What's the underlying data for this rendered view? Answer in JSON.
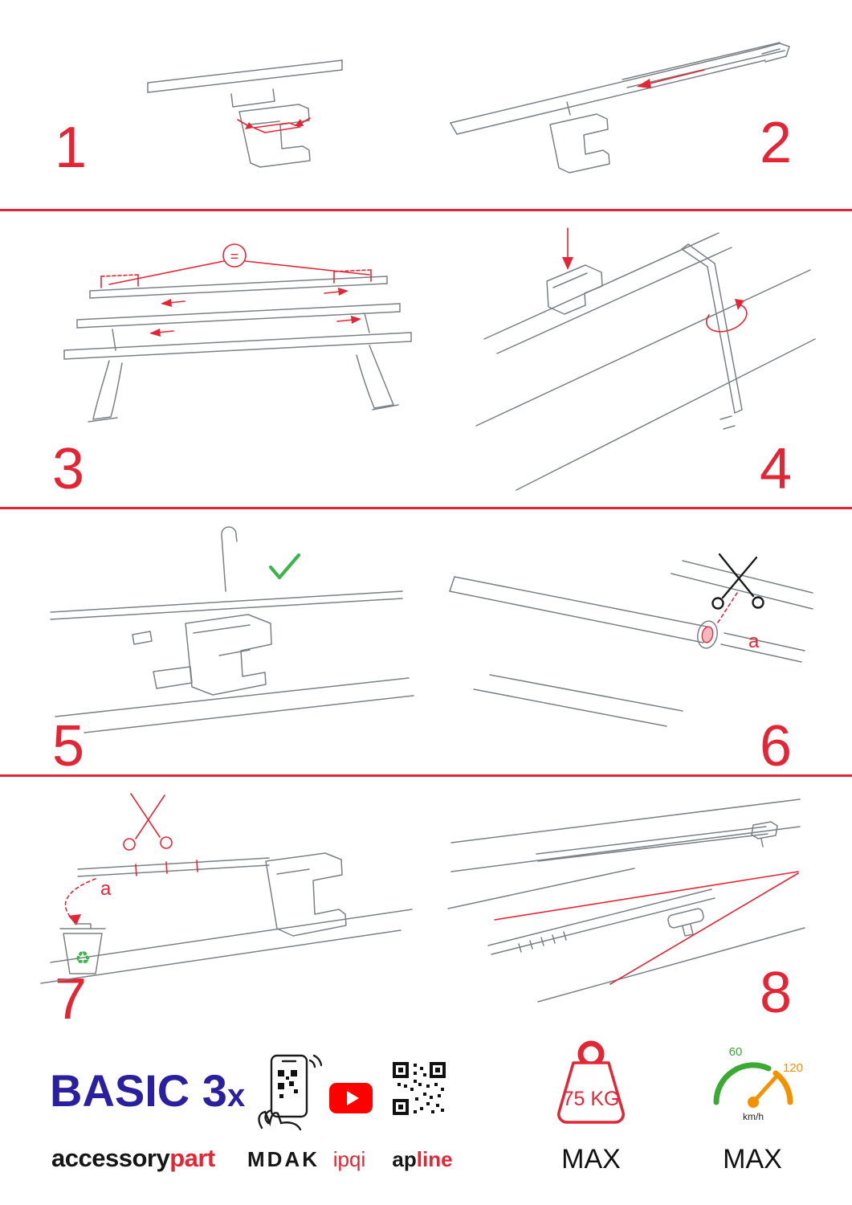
{
  "steps": [
    {
      "number": "1"
    },
    {
      "number": "2"
    },
    {
      "number": "3"
    },
    {
      "number": "4"
    },
    {
      "number": "5"
    },
    {
      "number": "6"
    },
    {
      "number": "7"
    },
    {
      "number": "8"
    }
  ],
  "annotations": {
    "equal_spacing": "=",
    "cut_label_step6": "a",
    "cut_label_step7": "a"
  },
  "footer": {
    "brand": {
      "title": "BASIC 3",
      "title_suffix": "x",
      "subtitle_black": "accessory",
      "subtitle_red": "part"
    },
    "partners": {
      "mdak": "MDAK",
      "ipqi": "ipqi",
      "apline_black": "ap",
      "apline_red": "line"
    },
    "weight": {
      "value": "75 KG",
      "max_label": "MAX"
    },
    "speedometer": {
      "low_tick": "60",
      "high_tick": "120",
      "unit": "km/h",
      "max_label": "MAX"
    }
  },
  "colors": {
    "accent_red": "#e32636",
    "brand_navy": "#2a1f9e",
    "check_green": "#3bb54a",
    "speed_green": "#3aaa35",
    "speed_orange": "#f39200",
    "youtube_red": "#ff0000"
  }
}
